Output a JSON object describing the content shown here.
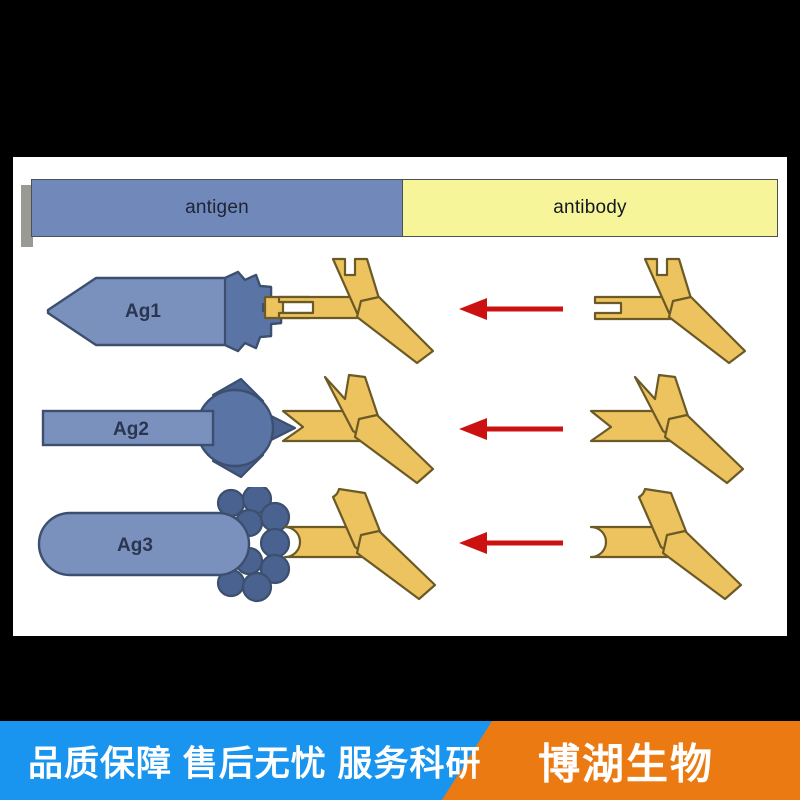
{
  "figure": {
    "title": "antigen-antibody specificity diagram",
    "legend": {
      "antigen_label": "antigen",
      "antibody_label": "antibody",
      "antigen_color": "#7089ba",
      "antibody_color": "#f6f59a",
      "border_color": "#4e5055"
    },
    "palette": {
      "antigen_fill": "#7b91bd",
      "antigen_dark": "#49628f",
      "antigen_outline": "#3d4f6e",
      "antibody_fill": "#ecc35e",
      "antibody_outline": "#6b5a26",
      "arrow_color": "#cc1111",
      "panel_background": "#ffffff",
      "page_background": "#000000"
    },
    "rows": [
      {
        "id": "row-1",
        "antigen_label": "Ag1",
        "antigen_shape": "arrow-hexagon-with-notched-epitope",
        "epitope_shape": "square-notch",
        "bound_antibody": "Y-shaped-antibody-with-square-fork-arms",
        "free_antibody": "Y-shaped-antibody-with-square-fork-arms",
        "arrow_direction": "left"
      },
      {
        "id": "row-2",
        "antigen_label": "Ag2",
        "antigen_shape": "bar-with-round-head-and-spikes",
        "epitope_shape": "triangular-spike",
        "bound_antibody": "Y-shaped-antibody-with-chevron-notch-arms",
        "free_antibody": "Y-shaped-antibody-with-chevron-notch-arms",
        "arrow_direction": "left"
      },
      {
        "id": "row-3",
        "antigen_label": "Ag3",
        "antigen_shape": "rounded-bar-with-circular-epitopes",
        "epitope_shape": "circular-bump",
        "bound_antibody": "Y-shaped-antibody-with-round-notch-arms",
        "free_antibody": "Y-shaped-antibody-with-round-notch-arms",
        "arrow_direction": "left"
      }
    ]
  },
  "banner": {
    "slogan": "品质保障 售后无忧 服务科研",
    "brand": "博湖生物",
    "blue": "#1a95ef",
    "orange": "#ec7a12"
  }
}
